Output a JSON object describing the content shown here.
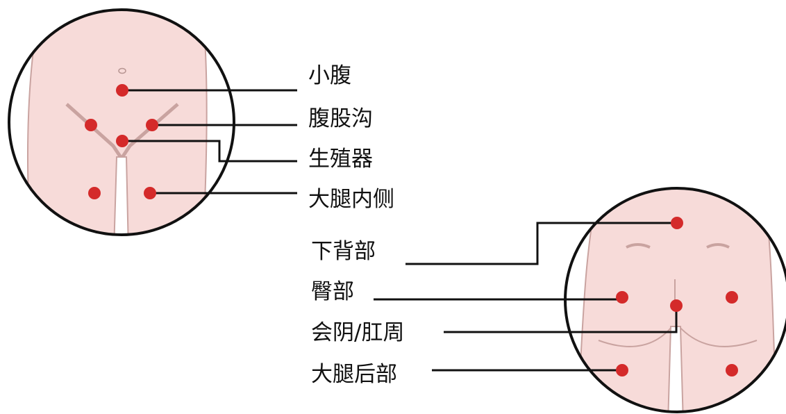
{
  "colors": {
    "skin": "#f7dbd9",
    "skin_outline": "#c9a3a0",
    "marker": "#d42a2a",
    "circle_border": "#111111",
    "leader_line": "#111111",
    "background": "#ffffff"
  },
  "front_view": {
    "labels": {
      "lower_abdomen": "小腹",
      "groin": "腹股沟",
      "genitals": "生殖器",
      "inner_thigh": "大腿内侧"
    }
  },
  "back_view": {
    "labels": {
      "lower_back": "下背部",
      "buttocks": "臀部",
      "perineum_perianal": "会阴/肛周",
      "back_thigh": "大腿后部"
    }
  }
}
